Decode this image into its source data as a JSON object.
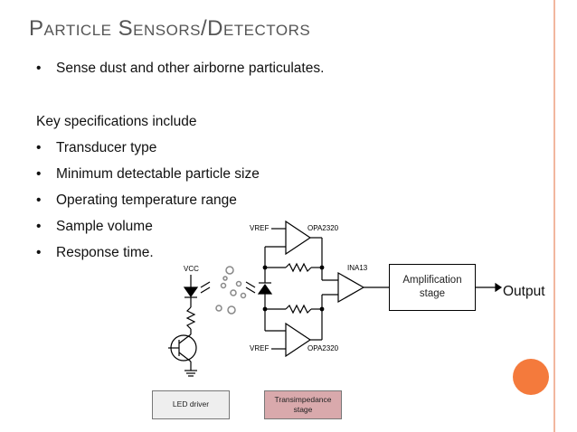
{
  "slide": {
    "title": "Particle Sensors/Detectors",
    "intro_bullet": "Sense dust and other airborne particulates.",
    "key_spec_heading": "Key specifications include",
    "specs": [
      "Transducer type",
      "Minimum detectable particle size",
      "Operating temperature range",
      "Sample volume",
      "Response time."
    ],
    "bullet_glyph": "•"
  },
  "diagram": {
    "vcc": "VCC",
    "vref_top": "VREF",
    "vref_bottom": "VREF",
    "opamp_top": "OPA2320",
    "opamp_bottom": "OPA2320",
    "ina": "INA13",
    "amp_label_line1": "Amplification",
    "amp_label_line2": "stage",
    "output": "Output",
    "led_driver": "LED driver",
    "tia_line1": "Transimpedance",
    "tia_line2": "stage"
  },
  "colors": {
    "accent_rule": "#f2b79f",
    "orange_dot": "#f47a3c",
    "tia_fill": "#d9a9ac"
  }
}
